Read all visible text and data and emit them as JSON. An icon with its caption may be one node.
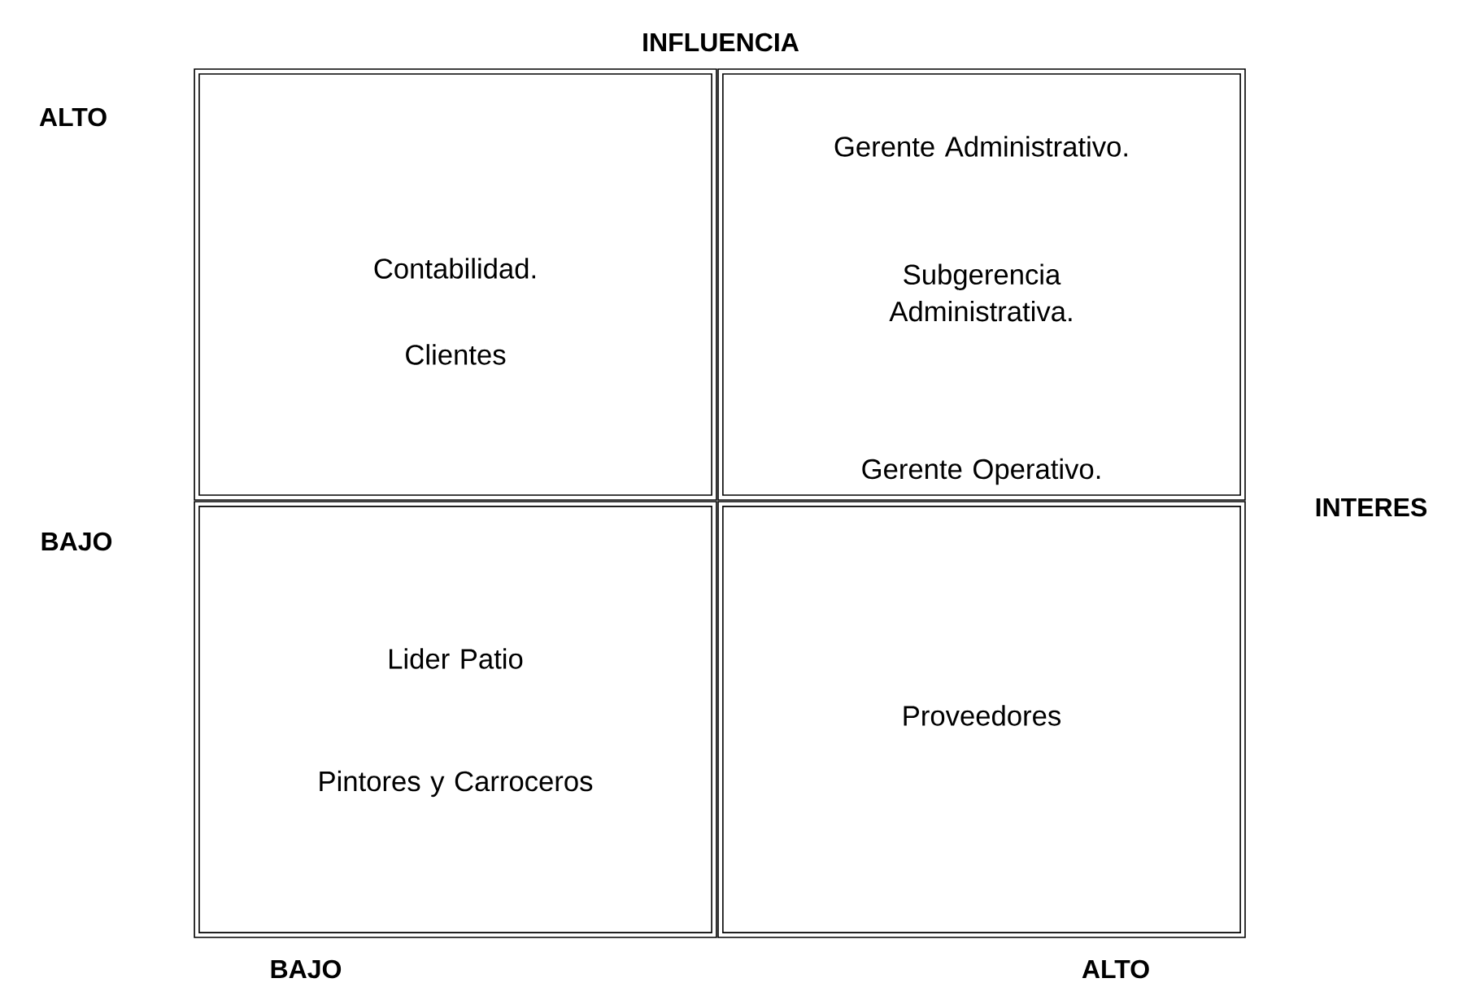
{
  "diagram": {
    "nodes": [
      {
        "text": [
          "Contabilidad.",
          "Clientes"
        ]
      },
      {
        "text": [
          "Gerente Administrativo.",
          "Subgerencia Administrativa.",
          "Gerente Operativo."
        ]
      },
      {
        "text": [
          "Lider Patio",
          "Pintores y Carroceros"
        ]
      },
      {
        "text": [
          "Proveedores"
        ]
      }
    ],
    "labels": [
      "INFLUENCIA",
      "ALTO",
      "BAJO",
      "INTERES",
      "BAJO",
      "ALTO"
    ]
  }
}
